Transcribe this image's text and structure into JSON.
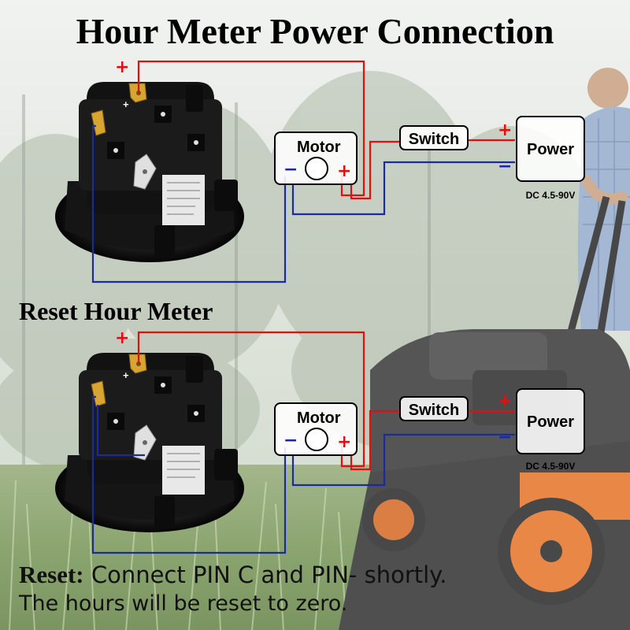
{
  "title": "Hour Meter Power Connection",
  "subtitle": "Reset Hour Meter",
  "motor_label": "Motor",
  "switch_label": "Switch",
  "power_label": "Power",
  "power_spec": "DC 4.5-90V",
  "plus_sign": "+",
  "minus_sign": "−",
  "meter_plus_mark": "+",
  "meter_minus_mark": "×",
  "reset": {
    "label": "Reset:",
    "line1": " Connect PIN C and PIN- shortly.",
    "line2": "The hours will be reset to zero."
  },
  "colors": {
    "positive_wire": "#e01010",
    "negative_wire": "#1a2aa0",
    "meter_body": "#141414",
    "terminal": "#d9a531"
  }
}
